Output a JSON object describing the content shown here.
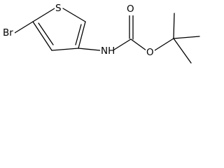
{
  "molecule": {
    "atom_labels": {
      "bromine": "Br",
      "sulfur": "S",
      "amide_nitrogen": "NH",
      "carbonyl_oxygen": "O",
      "ester_oxygen": "O"
    }
  }
}
